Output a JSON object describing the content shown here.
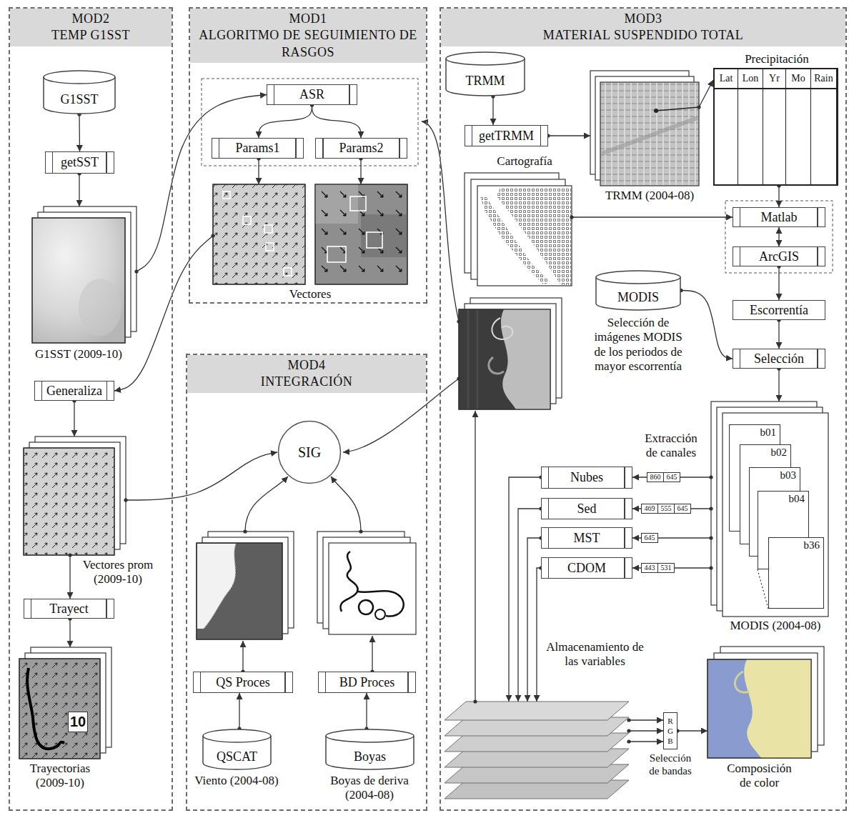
{
  "diagram": {
    "nodes": [
      {
        "text": [
          "MOD2",
          "TEMP G1SST"
        ]
      },
      {
        "text": [
          "G1SST"
        ],
        "in": 0
      },
      {
        "text": [
          "getSST"
        ],
        "in": 0
      },
      {
        "text": [
          "G1SST (2009-10)"
        ],
        "in": 0
      },
      {
        "text": [
          "Generaliza"
        ],
        "in": 0
      },
      {
        "text": [
          "Vectores prom (2009-10)"
        ],
        "in": 0
      },
      {
        "text": [
          "Trayect"
        ],
        "in": 0
      },
      {
        "text": [
          "Trayectorias (2009-10)"
        ],
        "in": 0
      },
      {
        "text": [
          "10"
        ],
        "in": 7
      },
      {
        "text": [
          "MOD1",
          "ALGORITMO DE SEGUIMIENTO DE RASGOS"
        ]
      },
      {
        "text": [
          "ASR"
        ],
        "in": 9
      },
      {
        "text": [
          "Params1"
        ],
        "in": 9
      },
      {
        "text": [
          "Params2"
        ],
        "in": 9
      },
      {
        "text": [
          "Vectores"
        ],
        "in": 9
      },
      {
        "text": [
          "MOD3",
          "MATERIAL SUSPENDIDO TOTAL"
        ]
      },
      {
        "text": [
          "TRMM"
        ],
        "in": 14
      },
      {
        "text": [
          "getTRMM"
        ],
        "in": 14
      },
      {
        "text": [
          "TRMM (2004-08)"
        ],
        "in": 14
      },
      {
        "text": [
          "Precipitación",
          "Lat",
          "Lon",
          "Yr",
          "Mo",
          "Rain"
        ],
        "in": 14
      },
      {
        "text": [
          "Cartografía"
        ],
        "in": 14
      },
      {
        "text": [
          "Matlab"
        ],
        "in": 14
      },
      {
        "text": [
          "ArcGIS"
        ],
        "in": 14
      },
      {
        "text": [
          "MODIS",
          "Selección de imágenes MODIS de los periodos de mayor escorrentía"
        ],
        "in": 14
      },
      {
        "text": [
          "Escorrentía"
        ],
        "in": 14
      },
      {
        "text": [
          "Selección"
        ],
        "in": 14
      },
      {
        "text": [
          "MODIS (2004-08)"
        ],
        "in": 14
      },
      {
        "text": [
          "b01"
        ],
        "in": 25
      },
      {
        "text": [
          "b02"
        ],
        "in": 25
      },
      {
        "text": [
          "b03"
        ],
        "in": 25
      },
      {
        "text": [
          "b04"
        ],
        "in": 25
      },
      {
        "text": [
          "b36"
        ],
        "in": 25
      },
      {
        "text": [
          "Nubes"
        ],
        "in": 14
      },
      {
        "text": [
          "Sed"
        ],
        "in": 14
      },
      {
        "text": [
          "MST"
        ],
        "in": 14
      },
      {
        "text": [
          "CDOM"
        ],
        "in": 14
      },
      {
        "text": [
          "Almacenamiento de las variables"
        ],
        "in": 14
      },
      {
        "text": [
          "R G B"
        ],
        "in": 14
      },
      {
        "text": [
          "Composición de color"
        ],
        "in": 14
      },
      {
        "text": [
          "MOD4",
          "INTEGRACIÓN"
        ]
      },
      {
        "text": [
          "SIG"
        ],
        "in": 38
      },
      {
        "text": [
          "QS Proces"
        ],
        "in": 38
      },
      {
        "text": [
          "BD Proces"
        ],
        "in": 38
      },
      {
        "text": [
          "QSCAT",
          "Viento (2004-08)"
        ],
        "in": 38
      },
      {
        "text": [
          "Boyas",
          "Boyas de deriva (2004-08)"
        ],
        "in": 38
      }
    ],
    "edges": [
      {
        "from": 1,
        "to": 2,
        "arrow": "to"
      },
      {
        "from": 2,
        "to": 3,
        "arrow": "to"
      },
      {
        "from": 3,
        "to": 10,
        "arrow": "to"
      },
      {
        "from": 13,
        "to": 4,
        "arrow": "to"
      },
      {
        "from": 4,
        "to": 5,
        "arrow": "to"
      },
      {
        "from": 5,
        "to": 6,
        "arrow": "to"
      },
      {
        "from": 6,
        "to": 7,
        "arrow": "to"
      },
      {
        "from": 5,
        "to": 39,
        "arrow": "to"
      },
      {
        "from": 10,
        "to": 11,
        "arrow": "to"
      },
      {
        "from": 10,
        "to": 12,
        "arrow": "to"
      },
      {
        "from": 11,
        "to": 13,
        "arrow": "to"
      },
      {
        "from": 12,
        "to": 13,
        "arrow": "to"
      },
      {
        "from": 15,
        "to": 16,
        "arrow": "to"
      },
      {
        "from": 16,
        "to": 17,
        "arrow": "to"
      },
      {
        "from": 17,
        "to": 18,
        "arrow": "to"
      },
      {
        "from": 18,
        "to": 20,
        "arrow": "to"
      },
      {
        "from": 19,
        "to": 20,
        "arrow": "to"
      },
      {
        "from": 20,
        "to": 21,
        "arrow": "both"
      },
      {
        "from": 21,
        "to": 23,
        "arrow": "to"
      },
      {
        "from": 23,
        "to": 24,
        "arrow": "to"
      },
      {
        "from": 22,
        "to": 24,
        "arrow": "to"
      },
      {
        "from": 24,
        "to": 25,
        "arrow": "to"
      },
      {
        "from": 25,
        "to": 31,
        "arrow": "to"
      },
      {
        "from": 25,
        "to": 32,
        "arrow": "to"
      },
      {
        "from": 25,
        "to": 33,
        "arrow": "to"
      },
      {
        "from": 25,
        "to": 34,
        "arrow": "to"
      },
      {
        "from": 31,
        "to": 35,
        "arrow": "to"
      },
      {
        "from": 32,
        "to": 35,
        "arrow": "to"
      },
      {
        "from": 33,
        "to": 35,
        "arrow": "to"
      },
      {
        "from": 34,
        "to": 35,
        "arrow": "to"
      },
      {
        "from": 35,
        "to": 36,
        "arrow": "to"
      },
      {
        "from": 36,
        "to": 37,
        "arrow": "to"
      },
      {
        "from": 42,
        "to": 40,
        "arrow": "to"
      },
      {
        "from": 43,
        "to": 41,
        "arrow": "to"
      }
    ],
    "labels": [
      "Extracción de canales",
      "860",
      "645",
      "469",
      "555",
      "645",
      "645",
      "443",
      "531",
      "Selección de bandas"
    ]
  }
}
